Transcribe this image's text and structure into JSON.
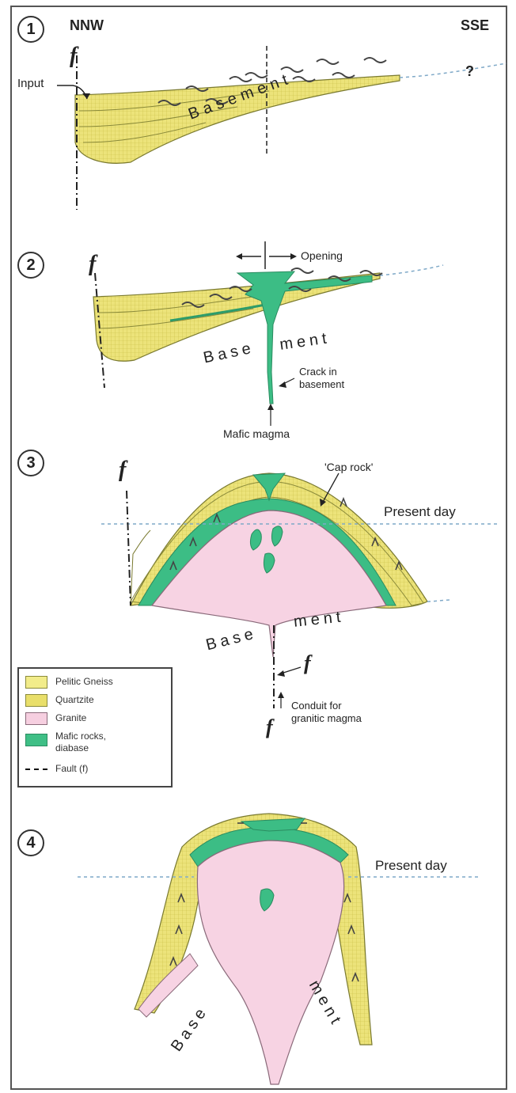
{
  "panels": [
    {
      "number": "1",
      "left_label": "NNW",
      "right_label": "SSE",
      "fault": "f",
      "input": "Input",
      "question": "?",
      "basement": "Basement"
    },
    {
      "number": "2",
      "fault": "f",
      "opening": "Opening",
      "basement_left": "Base",
      "basement_right": "ment",
      "crack": "Crack in\nbasement",
      "mafic": "Mafic magma"
    },
    {
      "number": "3",
      "fault": "f",
      "cap_rock": "'Cap rock'",
      "present_day": "Present day",
      "basement_left": "Base",
      "basement_right": "ment",
      "conduit": "Conduit for\ngranitic magma"
    },
    {
      "number": "4",
      "present_day": "Present day",
      "basement_left": "Base",
      "basement_right": "ment"
    }
  ],
  "legend": {
    "items": [
      {
        "label": "Pelitic Gneiss",
        "color": "#f2ec8a"
      },
      {
        "label": "Quartzite",
        "color": "#e9df6a"
      },
      {
        "label": "Granite",
        "color": "#f6cfe0"
      },
      {
        "label": "Mafic rocks,\ndiabase",
        "color": "#3fbf86"
      },
      {
        "label": "Fault (f)",
        "color": "#111111"
      }
    ]
  },
  "colors": {
    "quartzite": "#ece37a",
    "granite": "#f7d3e3",
    "mafic": "#3cbd85",
    "present_day_line": "#7fa9c8"
  }
}
